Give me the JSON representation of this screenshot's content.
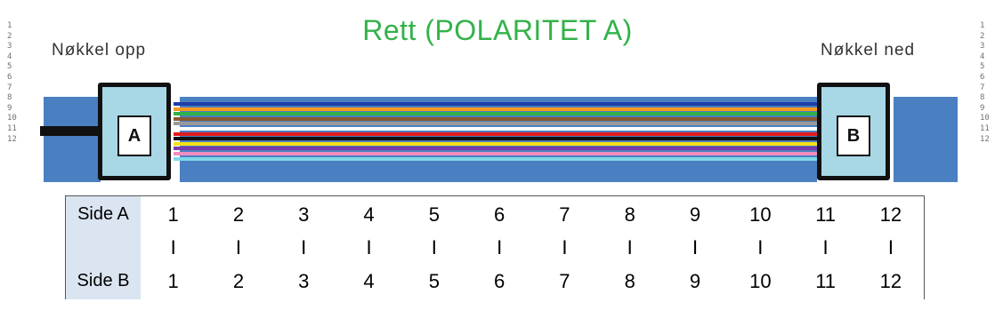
{
  "row_numbers": [
    "1",
    "2",
    "3",
    "4",
    "5",
    "6",
    "7",
    "8",
    "9",
    "10",
    "11",
    "12"
  ],
  "title": "Rett (POLARITET A)",
  "key_left": "Nøkkel opp",
  "key_right": "Nøkkel ned",
  "connector_a": "A",
  "connector_b": "B",
  "fiber_colors": [
    "#1f3ea8",
    "#f39a1e",
    "#2fb14a",
    "#8a5a2e",
    "#9a9a9a",
    "#ffffff",
    "#e21b1b",
    "#111111",
    "#f4e21a",
    "#7c3ca8",
    "#f08cc0",
    "#7fd8e8"
  ],
  "table": {
    "side_a": "Side A",
    "side_b": "Side B",
    "row_a": [
      "1",
      "2",
      "3",
      "4",
      "5",
      "6",
      "7",
      "8",
      "9",
      "10",
      "11",
      "12"
    ],
    "separators": [
      "I",
      "I",
      "I",
      "I",
      "I",
      "I",
      "I",
      "I",
      "I",
      "I",
      "I",
      "I"
    ],
    "row_b": [
      "1",
      "2",
      "3",
      "4",
      "5",
      "6",
      "7",
      "8",
      "9",
      "10",
      "11",
      "12"
    ]
  }
}
